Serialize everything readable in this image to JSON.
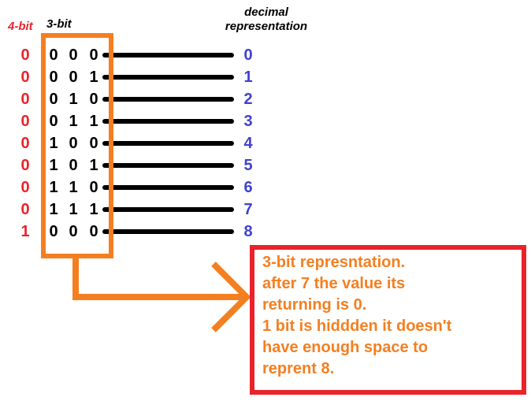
{
  "labels": {
    "four_bit": "4-bit",
    "three_bit": "3-bit",
    "decimal_line1": "decimal",
    "decimal_line2": "representation"
  },
  "table": {
    "rows": [
      {
        "bit4": "0",
        "bits": [
          "0",
          "0",
          "0"
        ],
        "decimal": "0"
      },
      {
        "bit4": "0",
        "bits": [
          "0",
          "0",
          "1"
        ],
        "decimal": "1"
      },
      {
        "bit4": "0",
        "bits": [
          "0",
          "1",
          "0"
        ],
        "decimal": "2"
      },
      {
        "bit4": "0",
        "bits": [
          "0",
          "1",
          "1"
        ],
        "decimal": "3"
      },
      {
        "bit4": "0",
        "bits": [
          "1",
          "0",
          "0"
        ],
        "decimal": "4"
      },
      {
        "bit4": "0",
        "bits": [
          "1",
          "0",
          "1"
        ],
        "decimal": "5"
      },
      {
        "bit4": "0",
        "bits": [
          "1",
          "1",
          "0"
        ],
        "decimal": "6"
      },
      {
        "bit4": "0",
        "bits": [
          "1",
          "1",
          "1"
        ],
        "decimal": "7"
      },
      {
        "bit4": "1",
        "bits": [
          "0",
          "0",
          "0"
        ],
        "decimal": "8"
      }
    ]
  },
  "callout": {
    "lines": [
      "3-bit represntation.",
      "after 7 the value its",
      "returning is 0.",
      "1 bit is hiddden it doesn't",
      "have enough space to",
      "reprent 8."
    ]
  },
  "colors": {
    "orange": "#f47f20",
    "red": "#ea232b",
    "blue": "#4040d0",
    "black": "#000000"
  }
}
